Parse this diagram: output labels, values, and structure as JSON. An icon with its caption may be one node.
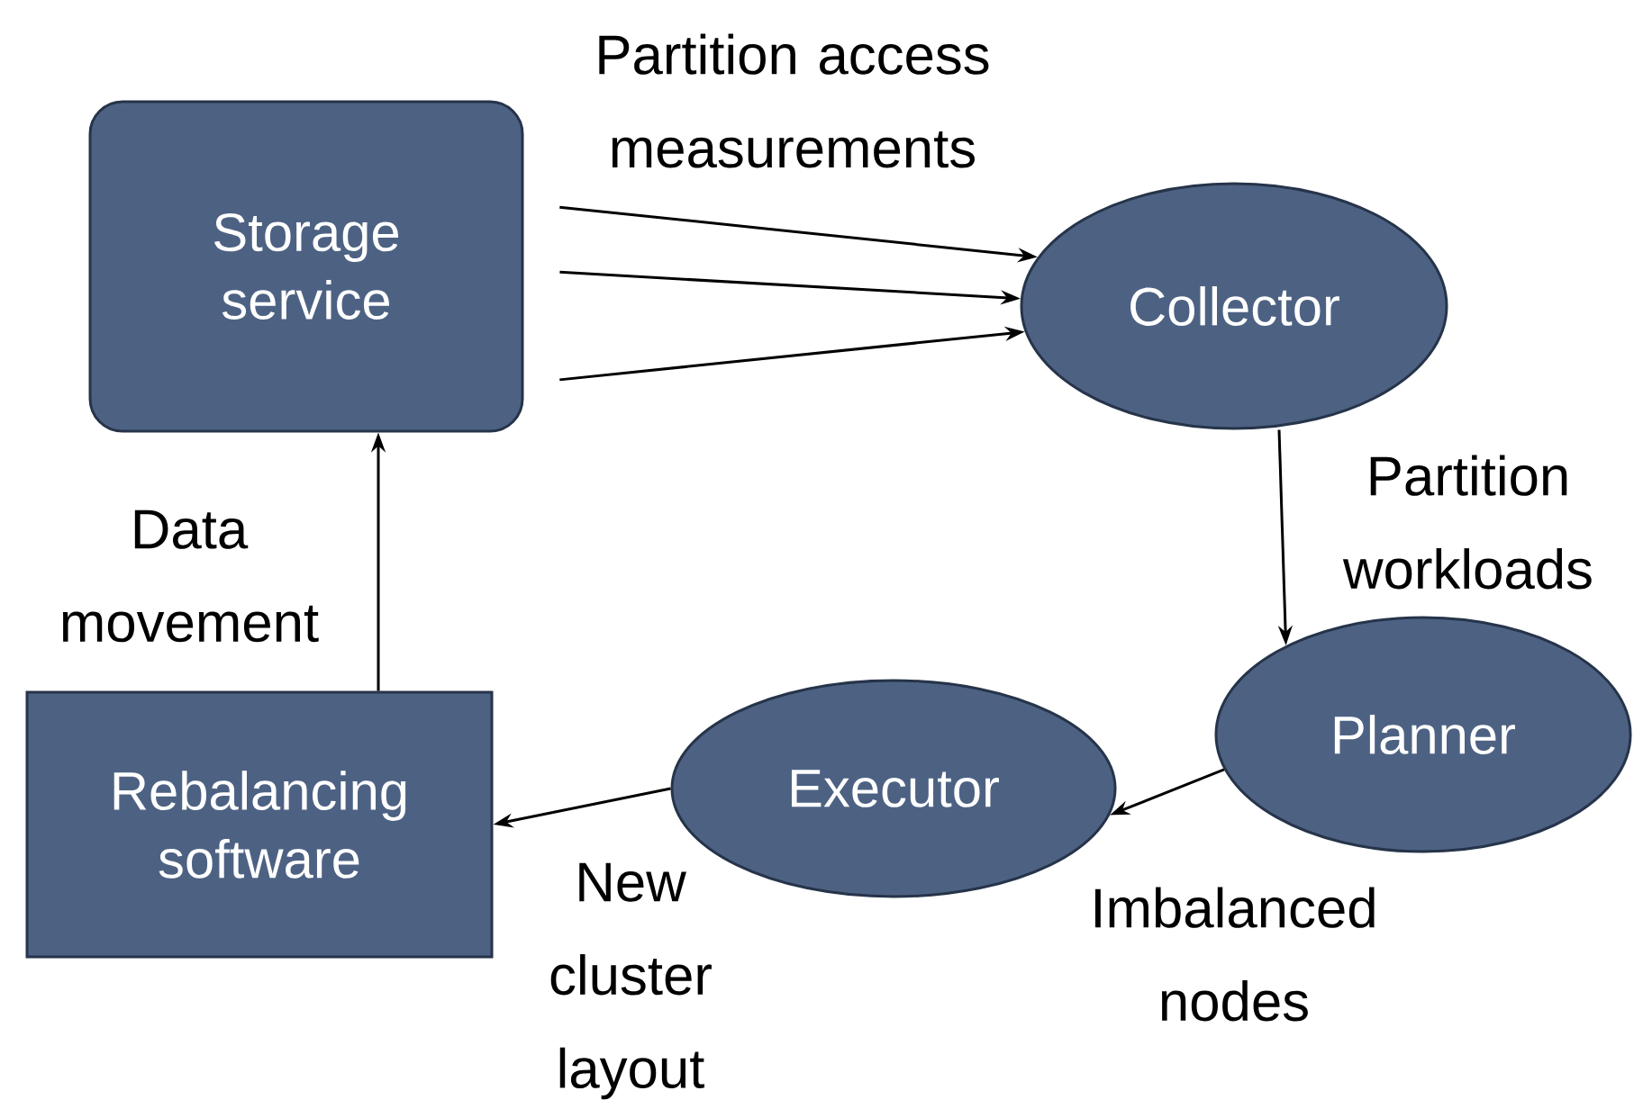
{
  "diagram": {
    "nodes": [
      {
        "text": [
          "Storage service"
        ]
      },
      {
        "text": [
          "Collector"
        ]
      },
      {
        "text": [
          "Planner"
        ]
      },
      {
        "text": [
          "Executor"
        ]
      },
      {
        "text": [
          "Rebalancing software"
        ]
      }
    ],
    "edges": [
      {
        "from": 0,
        "to": 1,
        "arrow": "to",
        "label": "Partition access measurements"
      },
      {
        "from": 0,
        "to": 1,
        "arrow": "to"
      },
      {
        "from": 0,
        "to": 1,
        "arrow": "to"
      },
      {
        "from": 1,
        "to": 2,
        "arrow": "to",
        "label": "Partition workloads"
      },
      {
        "from": 2,
        "to": 3,
        "arrow": "to",
        "label": "Imbalanced nodes"
      },
      {
        "from": 3,
        "to": 4,
        "arrow": "to",
        "label": "New cluster layout"
      },
      {
        "from": 4,
        "to": 0,
        "arrow": "to",
        "label": "Data movement"
      }
    ]
  }
}
